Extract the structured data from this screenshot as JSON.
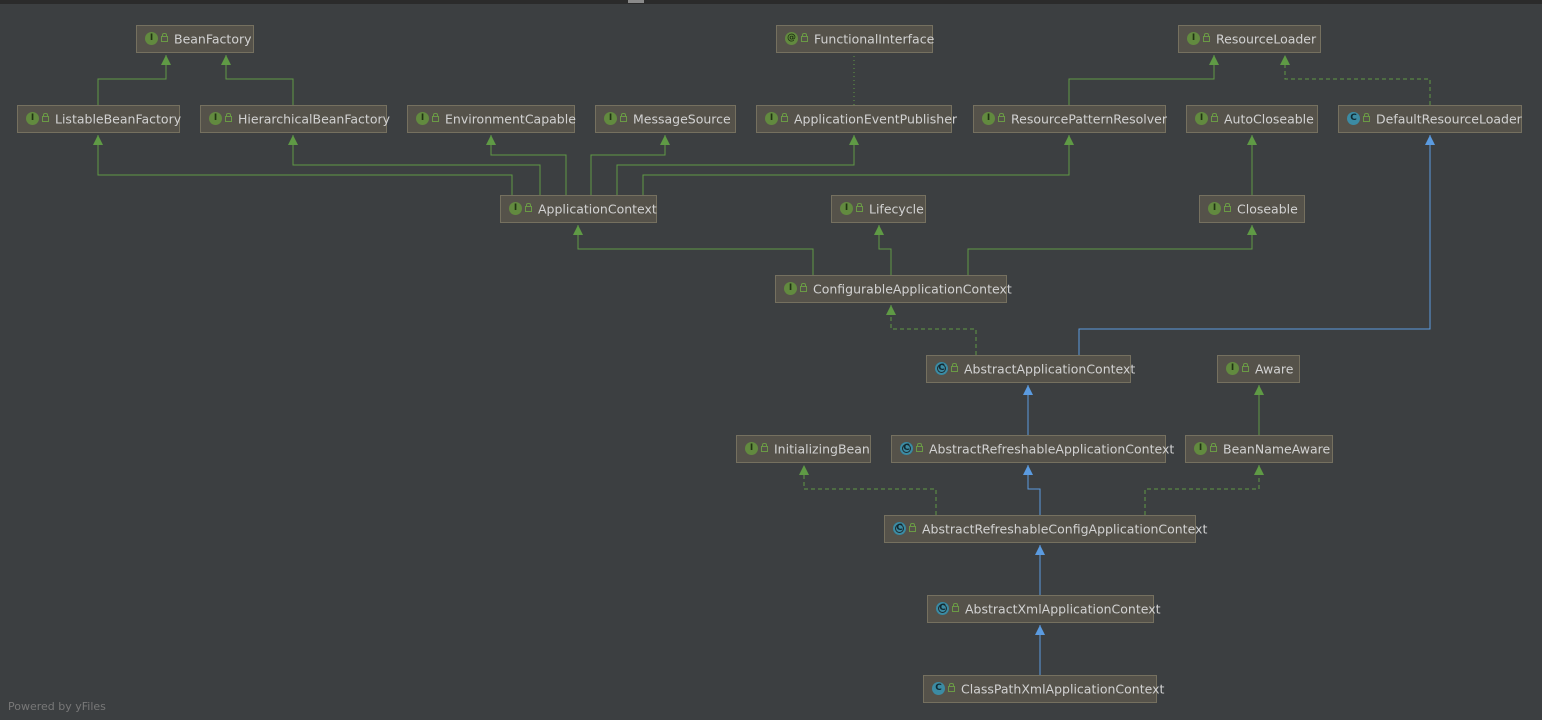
{
  "footer": "Powered by yFiles",
  "colors": {
    "background": "#3c3f41",
    "node_fill": "#55524a",
    "node_border": "#75705f",
    "interface_edge": "#5f9a45",
    "class_edge": "#5b9be0",
    "implements_edge": "#5f9a45"
  },
  "nodes": [
    {
      "id": "BeanFactory",
      "kind": "interface",
      "badge": "I",
      "label": "BeanFactory"
    },
    {
      "id": "FunctionalInterface",
      "kind": "annotation",
      "badge": "@",
      "label": "FunctionalInterface"
    },
    {
      "id": "ResourceLoader",
      "kind": "interface",
      "badge": "I",
      "label": "ResourceLoader"
    },
    {
      "id": "ListableBeanFactory",
      "kind": "interface",
      "badge": "I",
      "label": "ListableBeanFactory"
    },
    {
      "id": "HierarchicalBeanFactory",
      "kind": "interface",
      "badge": "I",
      "label": "HierarchicalBeanFactory"
    },
    {
      "id": "EnvironmentCapable",
      "kind": "interface",
      "badge": "I",
      "label": "EnvironmentCapable"
    },
    {
      "id": "MessageSource",
      "kind": "interface",
      "badge": "I",
      "label": "MessageSource"
    },
    {
      "id": "ApplicationEventPublisher",
      "kind": "interface",
      "badge": "I",
      "label": "ApplicationEventPublisher"
    },
    {
      "id": "ResourcePatternResolver",
      "kind": "interface",
      "badge": "I",
      "label": "ResourcePatternResolver"
    },
    {
      "id": "AutoCloseable",
      "kind": "interface",
      "badge": "I",
      "label": "AutoCloseable"
    },
    {
      "id": "DefaultResourceLoader",
      "kind": "class",
      "badge": "C",
      "label": "DefaultResourceLoader"
    },
    {
      "id": "ApplicationContext",
      "kind": "interface",
      "badge": "I",
      "label": "ApplicationContext"
    },
    {
      "id": "Lifecycle",
      "kind": "interface",
      "badge": "I",
      "label": "Lifecycle"
    },
    {
      "id": "Closeable",
      "kind": "interface",
      "badge": "I",
      "label": "Closeable"
    },
    {
      "id": "ConfigurableApplicationContext",
      "kind": "interface",
      "badge": "I",
      "label": "ConfigurableApplicationContext"
    },
    {
      "id": "AbstractApplicationContext",
      "kind": "abstract",
      "badge": "C",
      "label": "AbstractApplicationContext"
    },
    {
      "id": "Aware",
      "kind": "interface",
      "badge": "I",
      "label": "Aware"
    },
    {
      "id": "InitializingBean",
      "kind": "interface",
      "badge": "I",
      "label": "InitializingBean"
    },
    {
      "id": "AbstractRefreshableApplicationContext",
      "kind": "abstract",
      "badge": "C",
      "label": "AbstractRefreshableApplicationContext"
    },
    {
      "id": "BeanNameAware",
      "kind": "interface",
      "badge": "I",
      "label": "BeanNameAware"
    },
    {
      "id": "AbstractRefreshableConfigApplicationContext",
      "kind": "abstract",
      "badge": "C",
      "label": "AbstractRefreshableConfigApplicationContext"
    },
    {
      "id": "AbstractXmlApplicationContext",
      "kind": "abstract",
      "badge": "C",
      "label": "AbstractXmlApplicationContext"
    },
    {
      "id": "ClassPathXmlApplicationContext",
      "kind": "class",
      "badge": "C",
      "label": "ClassPathXmlApplicationContext"
    }
  ],
  "edges": [
    {
      "from": "ListableBeanFactory",
      "to": "BeanFactory",
      "relation": "extends"
    },
    {
      "from": "HierarchicalBeanFactory",
      "to": "BeanFactory",
      "relation": "extends"
    },
    {
      "from": "ResourcePatternResolver",
      "to": "ResourceLoader",
      "relation": "extends"
    },
    {
      "from": "DefaultResourceLoader",
      "to": "ResourceLoader",
      "relation": "implements"
    },
    {
      "from": "ApplicationEventPublisher",
      "to": "FunctionalInterface",
      "relation": "annotated"
    },
    {
      "from": "ApplicationContext",
      "to": "ListableBeanFactory",
      "relation": "extends"
    },
    {
      "from": "ApplicationContext",
      "to": "HierarchicalBeanFactory",
      "relation": "extends"
    },
    {
      "from": "ApplicationContext",
      "to": "EnvironmentCapable",
      "relation": "extends"
    },
    {
      "from": "ApplicationContext",
      "to": "MessageSource",
      "relation": "extends"
    },
    {
      "from": "ApplicationContext",
      "to": "ApplicationEventPublisher",
      "relation": "extends"
    },
    {
      "from": "ApplicationContext",
      "to": "ResourcePatternResolver",
      "relation": "extends"
    },
    {
      "from": "Closeable",
      "to": "AutoCloseable",
      "relation": "extends"
    },
    {
      "from": "ConfigurableApplicationContext",
      "to": "ApplicationContext",
      "relation": "extends"
    },
    {
      "from": "ConfigurableApplicationContext",
      "to": "Lifecycle",
      "relation": "extends"
    },
    {
      "from": "ConfigurableApplicationContext",
      "to": "Closeable",
      "relation": "extends"
    },
    {
      "from": "AbstractApplicationContext",
      "to": "ConfigurableApplicationContext",
      "relation": "implements"
    },
    {
      "from": "AbstractApplicationContext",
      "to": "DefaultResourceLoader",
      "relation": "extends-class"
    },
    {
      "from": "BeanNameAware",
      "to": "Aware",
      "relation": "extends"
    },
    {
      "from": "AbstractRefreshableApplicationContext",
      "to": "AbstractApplicationContext",
      "relation": "extends-class"
    },
    {
      "from": "AbstractRefreshableConfigApplicationContext",
      "to": "AbstractRefreshableApplicationContext",
      "relation": "extends-class"
    },
    {
      "from": "AbstractRefreshableConfigApplicationContext",
      "to": "InitializingBean",
      "relation": "implements"
    },
    {
      "from": "AbstractRefreshableConfigApplicationContext",
      "to": "BeanNameAware",
      "relation": "implements"
    },
    {
      "from": "AbstractXmlApplicationContext",
      "to": "AbstractRefreshableConfigApplicationContext",
      "relation": "extends-class"
    },
    {
      "from": "ClassPathXmlApplicationContext",
      "to": "AbstractXmlApplicationContext",
      "relation": "extends-class"
    }
  ]
}
